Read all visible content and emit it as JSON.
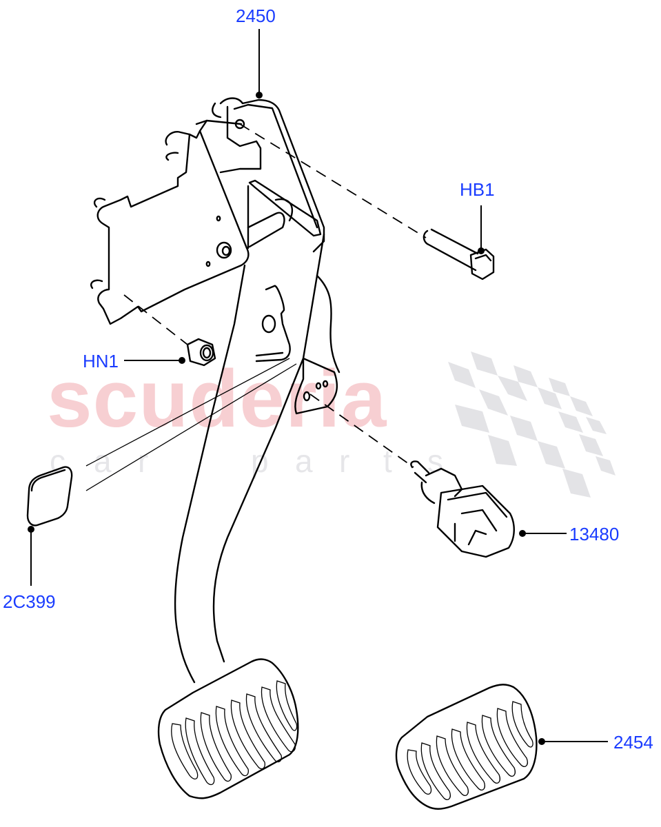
{
  "diagram": {
    "type": "exploded parts diagram",
    "subject": "Brake pedal assembly with pedal box, stop lamp switch and pedal pads",
    "watermark": {
      "brand": "scuderia",
      "tagline_letters": [
        "c",
        "a",
        "r",
        "p",
        "a",
        "r",
        "t",
        "s"
      ],
      "brand_color": "#f7cfd2",
      "tagline_color": "#e6e6e9",
      "checker_color": "#e3e3e6"
    },
    "callouts": [
      {
        "id": "2450",
        "label": "2450",
        "part": "pedal box / bracket assembly"
      },
      {
        "id": "HB1",
        "label": "HB1",
        "part": "pivot bolt"
      },
      {
        "id": "HN1",
        "label": "HN1",
        "part": "flange nut"
      },
      {
        "id": "2C399",
        "label": "2C399",
        "part": "pad / bumper"
      },
      {
        "id": "13480",
        "label": "13480",
        "part": "stop lamp switch"
      },
      {
        "id": "2454",
        "label": "2454",
        "part": "pedal pad"
      }
    ],
    "colors": {
      "label": "#1a3cff",
      "line": "#000000",
      "background": "#ffffff"
    }
  }
}
